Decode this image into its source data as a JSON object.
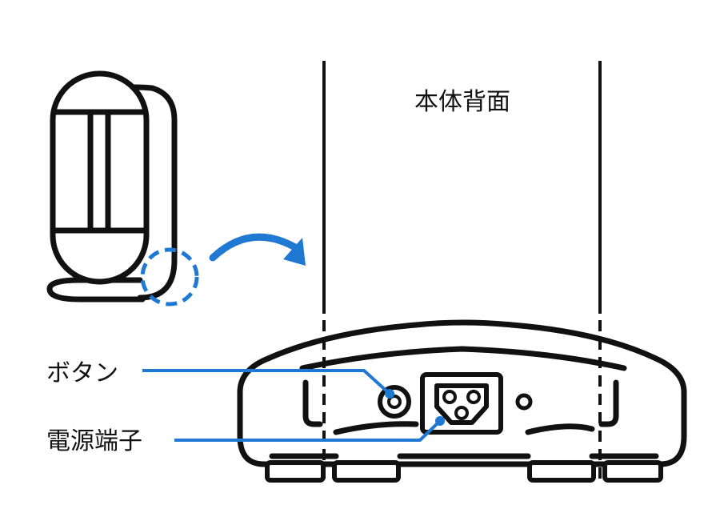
{
  "title": "本体背面",
  "callouts": {
    "button_label": "ボタン",
    "power_terminal_label": "電源端子"
  },
  "colors": {
    "line": "#111111",
    "accent": "#1f78d1",
    "background": "#ffffff"
  }
}
